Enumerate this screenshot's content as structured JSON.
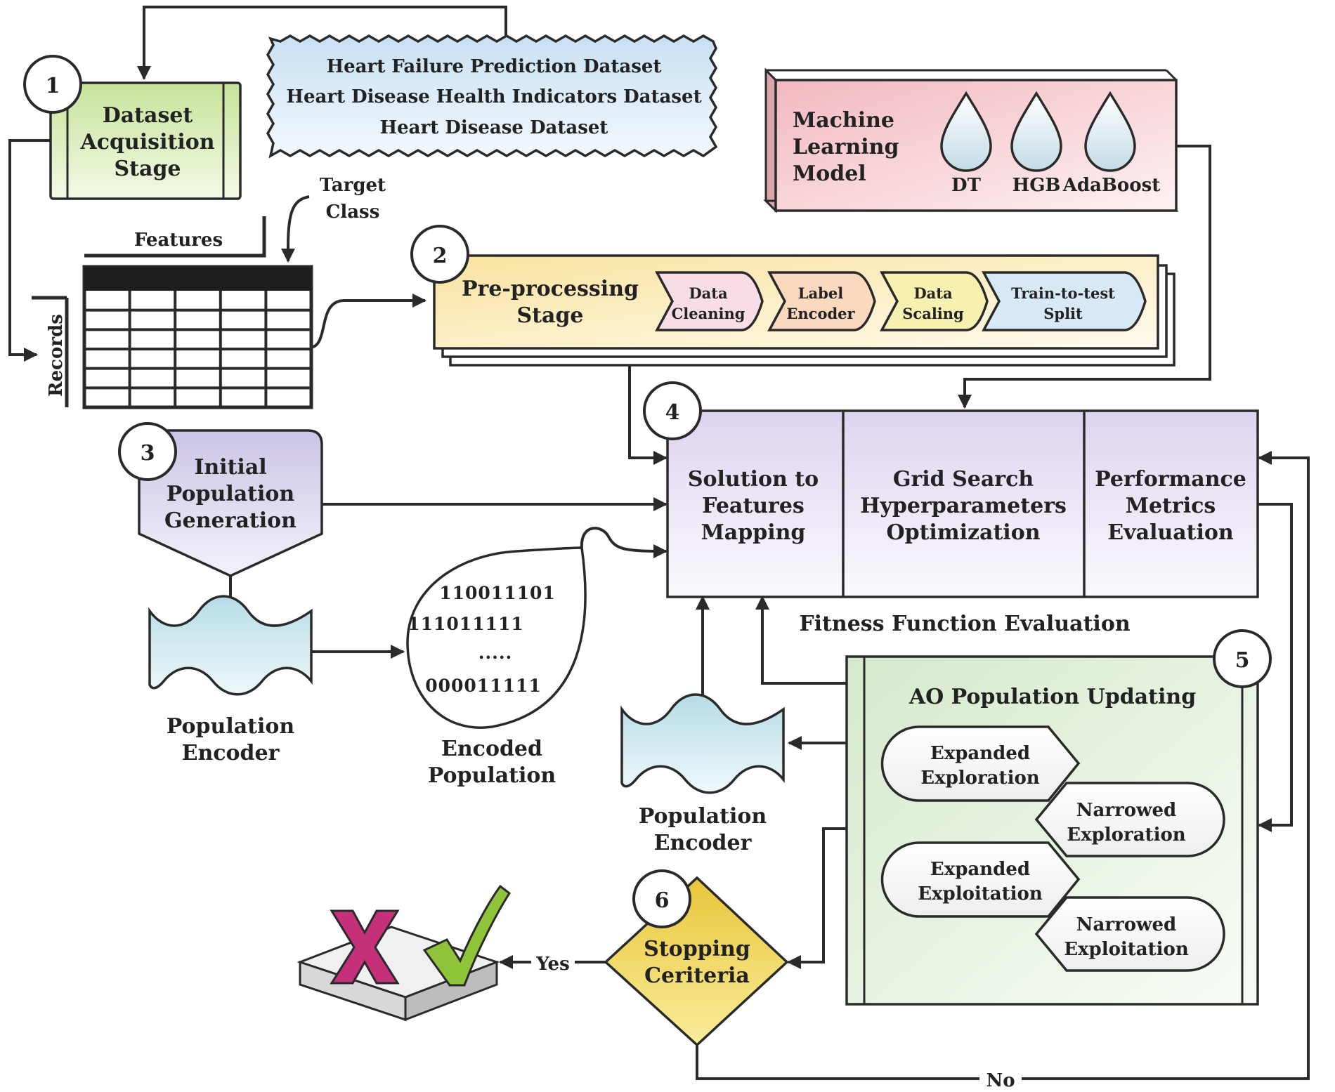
{
  "stage1": {
    "num": "1",
    "lines": [
      "Dataset",
      "Acquisition",
      "Stage"
    ]
  },
  "datasets": [
    "Heart Failure Prediction Dataset",
    "Heart Disease Health Indicators Dataset",
    "Heart Disease Dataset"
  ],
  "ml": {
    "title_lines": [
      "Machine",
      "Learning",
      "Model"
    ],
    "models": [
      "DT",
      "HGB",
      "AdaBoost"
    ]
  },
  "table": {
    "features": "Features",
    "target_lines": [
      "Target",
      "Class"
    ],
    "records": "Records"
  },
  "stage2": {
    "num": "2",
    "title_lines": [
      "Pre-processing",
      "Stage"
    ],
    "steps": [
      {
        "lines": [
          "Data",
          "Cleaning"
        ],
        "color": "#f8dde6"
      },
      {
        "lines": [
          "Label",
          "Encoder"
        ],
        "color": "#fbd9bf"
      },
      {
        "lines": [
          "Data",
          "Scaling"
        ],
        "color": "#f6f1b0"
      },
      {
        "lines": [
          "Train-to-test",
          "Split"
        ],
        "color": "#d7e9f5"
      }
    ]
  },
  "stage3": {
    "num": "3",
    "lines": [
      "Initial",
      "Population",
      "Generation"
    ]
  },
  "stage4": {
    "num": "4",
    "cells": [
      [
        "Solution to",
        "Features",
        "Mapping"
      ],
      [
        "Grid Search",
        "Hyperparameters",
        "Optimization"
      ],
      [
        "Performance",
        "Metrics",
        "Evaluation"
      ]
    ],
    "caption": "Fitness Function Evaluation"
  },
  "encoder_left": {
    "lines": [
      "Population",
      "Encoder"
    ]
  },
  "encoded": {
    "bits": [
      "110011101",
      "111011111",
      ".....",
      "000011111"
    ],
    "lines": [
      "Encoded",
      "Population"
    ]
  },
  "encoder_mid": {
    "lines": [
      "Population",
      "Encoder"
    ]
  },
  "stage5": {
    "num": "5",
    "title": "AO Population Updating",
    "steps": [
      [
        "Expanded",
        "Exploration"
      ],
      [
        "Narrowed",
        "Exploration"
      ],
      [
        "Expanded",
        "Exploitation"
      ],
      [
        "Narrowed",
        "Exploitation"
      ]
    ]
  },
  "stage6": {
    "num": "6",
    "lines": [
      "Stopping",
      "Ceriteria"
    ]
  },
  "labels": {
    "yes": "Yes",
    "no": "No"
  },
  "colors": {
    "stage1": "#d9ecb4",
    "datasets": "#dcedf8",
    "ml": "#f6cfd3",
    "stage2": "#fbf0c8",
    "stage3": "#ded8ee",
    "stage4": "#ece6f4",
    "encoder": "#cfe8ee",
    "stage5": "#e2f0dc",
    "stage6": "#f0d75a",
    "check": "#8fc43a",
    "cross": "#c4307a"
  }
}
